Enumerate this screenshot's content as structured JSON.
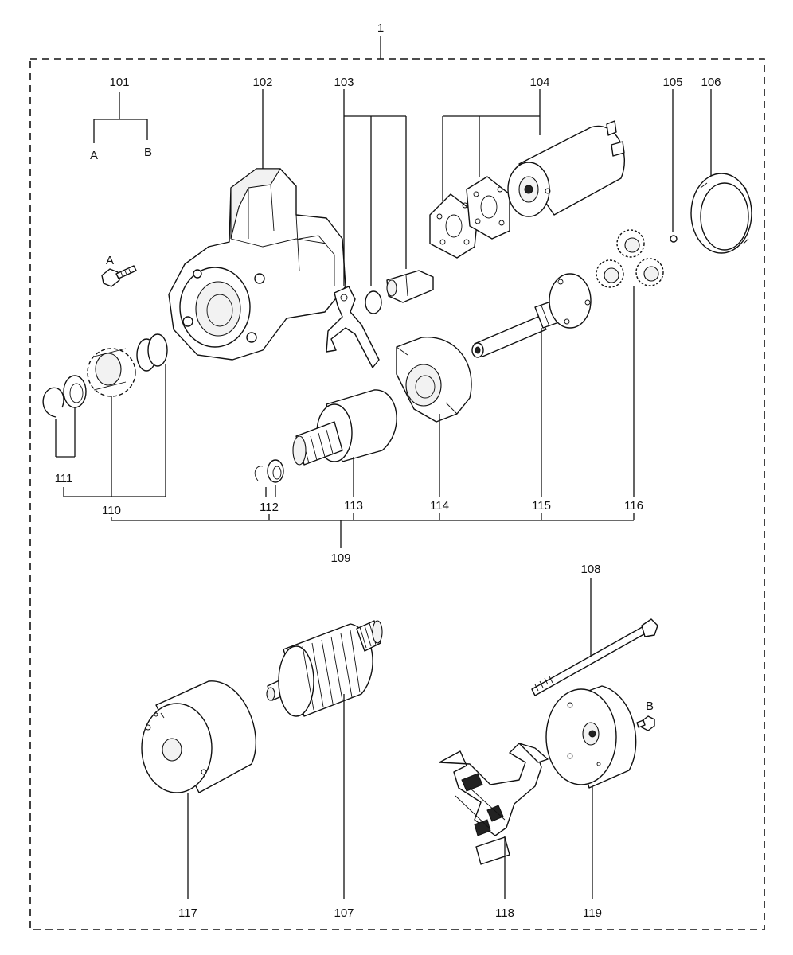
{
  "diagram": {
    "assembly_label": "1",
    "callouts": {
      "101": "101",
      "A": "A",
      "B": "B",
      "102": "102",
      "103": "103",
      "104": "104",
      "105": "105",
      "106": "106",
      "A2": "A",
      "111": "111",
      "110": "110",
      "112": "112",
      "113": "113",
      "114": "114",
      "115": "115",
      "116": "116",
      "109": "109",
      "108": "108",
      "B2": "B",
      "117": "117",
      "107": "107",
      "118": "118",
      "119": "119"
    }
  }
}
